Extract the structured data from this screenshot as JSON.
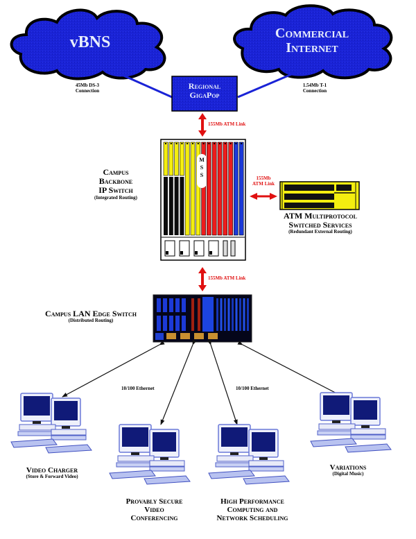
{
  "clouds": {
    "left": {
      "label": "vBNS",
      "connection_line1": "45Mb DS-3",
      "connection_line2": "Connection"
    },
    "right": {
      "label_line1": "Commercial",
      "label_line2": "Internet",
      "connection_line1": "1.54Mb T-1",
      "connection_line2": "Connection"
    }
  },
  "gigapop": {
    "line1": "Regional",
    "line2": "GigaPop"
  },
  "links": {
    "top_atm": "155Mb ATM Link",
    "side_atm_line1": "155Mb",
    "side_atm_line2": "ATM Link",
    "bottom_atm": "155Mb ATM Link",
    "ethernet_left": "10/100 Ethernet",
    "ethernet_right": "10/100 Ethernet"
  },
  "backbone": {
    "line1": "Campus",
    "line2": "Backbone",
    "line3": "IP Switch",
    "sub": "(Integrated Routing)",
    "chassis_label": "MSS"
  },
  "atm_mss": {
    "line1": "ATM Multiprotocol",
    "line2": "Switched Services",
    "sub": "(Redundant External Routing)"
  },
  "edge_switch": {
    "line1": "Campus LAN Edge Switch",
    "sub": "(Distributed Routing)"
  },
  "workstations": [
    {
      "title": "Video Charger",
      "sub": "(Store & Forward Video)"
    },
    {
      "title_line1": "Provably Secure",
      "title_line2": "Video",
      "title_line3": "Conferencing"
    },
    {
      "title_line1": "High Performance",
      "title_line2": "Computing and",
      "title_line3": "Network Scheduling"
    },
    {
      "title": "Variations",
      "sub": "(Digital Music)"
    }
  ],
  "colors": {
    "cloud_blue": "#1a23d6",
    "link_red": "#e01010",
    "chassis_yellow": "#f4ee10",
    "chassis_red": "#ee1c1c",
    "chassis_blue": "#1c3ad8"
  }
}
